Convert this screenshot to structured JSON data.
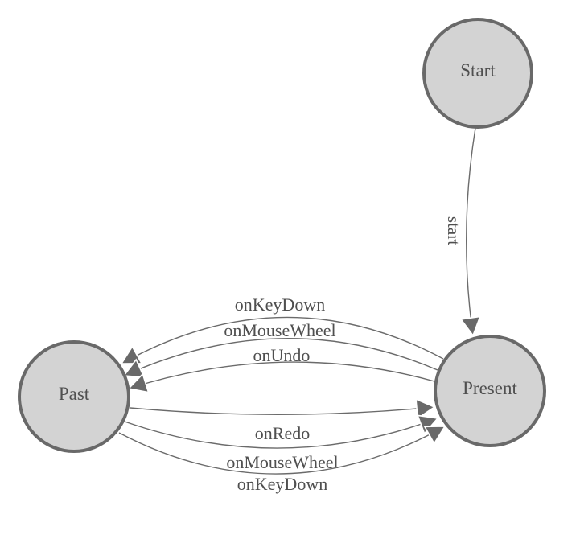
{
  "diagram": {
    "kind": "state-machine-graph",
    "background": "#ffffff",
    "colors": {
      "node_fill": "#d3d3d3",
      "node_border": "#696969",
      "edge_line": "#6b6b6b",
      "arrowhead_fill": "#696969",
      "label_text": "#4f4f4f"
    },
    "nodes": [
      {
        "id": "start",
        "label": "Start"
      },
      {
        "id": "past",
        "label": "Past"
      },
      {
        "id": "present",
        "label": "Present"
      }
    ],
    "edges": [
      {
        "id": "start",
        "from": "Start",
        "to": "Present",
        "label": "start"
      },
      {
        "id": "onkeydown-to-past",
        "from": "Present",
        "to": "Past",
        "label": "onKeyDown"
      },
      {
        "id": "onmousewheel-to-past",
        "from": "Present",
        "to": "Past",
        "label": "onMouseWheel"
      },
      {
        "id": "onundo-to-past",
        "from": "Present",
        "to": "Past",
        "label": "onUndo"
      },
      {
        "id": "onredo-to-present",
        "from": "Past",
        "to": "Present",
        "label": "onRedo"
      },
      {
        "id": "onmousewheel-to-present",
        "from": "Past",
        "to": "Present",
        "label": "onMouseWheel"
      },
      {
        "id": "onkeydown-to-present",
        "from": "Past",
        "to": "Present",
        "label": "onKeyDown"
      }
    ]
  }
}
